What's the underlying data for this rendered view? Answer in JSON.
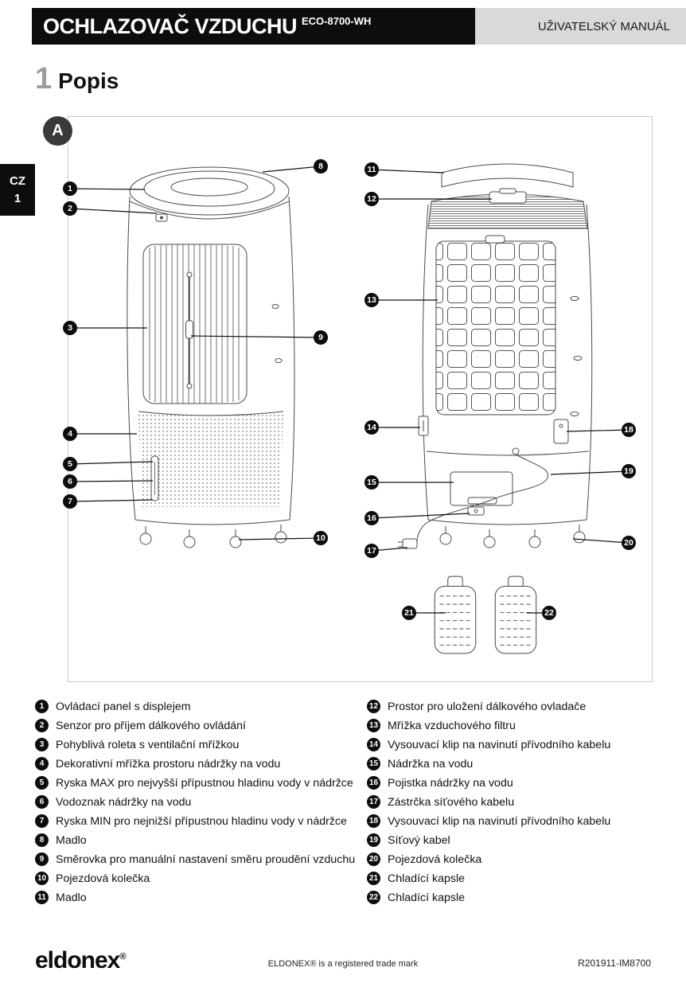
{
  "header": {
    "title": "OCHLAZOVAČ VZDUCHU",
    "model": "ECO-8700-WH",
    "manual": "UŽIVATELSKÝ MANUÁL"
  },
  "section": {
    "number": "1",
    "title": "Popis"
  },
  "sidebar_tab": {
    "lang": "CZ",
    "page": "1"
  },
  "diagram": {
    "label": "A",
    "callouts": [
      "1",
      "2",
      "3",
      "4",
      "5",
      "6",
      "7",
      "8",
      "9",
      "10",
      "11",
      "12",
      "13",
      "14",
      "15",
      "16",
      "17",
      "18",
      "19",
      "20",
      "21",
      "22"
    ]
  },
  "legend": {
    "left": [
      {
        "n": "1",
        "text": "Ovládací panel s displejem"
      },
      {
        "n": "2",
        "text": "Senzor pro příjem dálkového ovládání"
      },
      {
        "n": "3",
        "text": "Pohyblivá roleta s ventilační mřížkou"
      },
      {
        "n": "4",
        "text": "Dekorativní mřížka prostoru nádržky na vodu"
      },
      {
        "n": "5",
        "text": "Ryska MAX pro nejvyšší přípustnou hladinu vody v nádržce"
      },
      {
        "n": "6",
        "text": "Vodoznak nádržky na vodu"
      },
      {
        "n": "7",
        "text": "Ryska MIN pro nejnižší přípustnou hladinu vody v nádržce"
      },
      {
        "n": "8",
        "text": "Madlo"
      },
      {
        "n": "9",
        "text": "Směrovka pro manuální nastavení směru proudění vzduchu"
      },
      {
        "n": "10",
        "text": "Pojezdová kolečka"
      },
      {
        "n": "11",
        "text": "Madlo"
      }
    ],
    "right": [
      {
        "n": "12",
        "text": "Prostor pro uložení dálkového ovladače"
      },
      {
        "n": "13",
        "text": "Mřížka vzduchového filtru"
      },
      {
        "n": "14",
        "text": "Vysouvací klip na navinutí přívodního kabelu"
      },
      {
        "n": "15",
        "text": "Nádržka na vodu"
      },
      {
        "n": "16",
        "text": "Pojistka nádržky na vodu"
      },
      {
        "n": "17",
        "text": "Zástrčka síťového kabelu"
      },
      {
        "n": "18",
        "text": "Vysouvací klip na navinutí přívodního kabelu"
      },
      {
        "n": "19",
        "text": "Síťový kabel"
      },
      {
        "n": "20",
        "text": "Pojezdová kolečka"
      },
      {
        "n": "21",
        "text": "Chladící kapsle"
      },
      {
        "n": "22",
        "text": "Chladící kapsle"
      }
    ]
  },
  "footer": {
    "logo": "eldonex",
    "logo_reg": "®",
    "trademark": "ELDONEX® is a registered trade mark",
    "code": "R201911-IM8700"
  }
}
